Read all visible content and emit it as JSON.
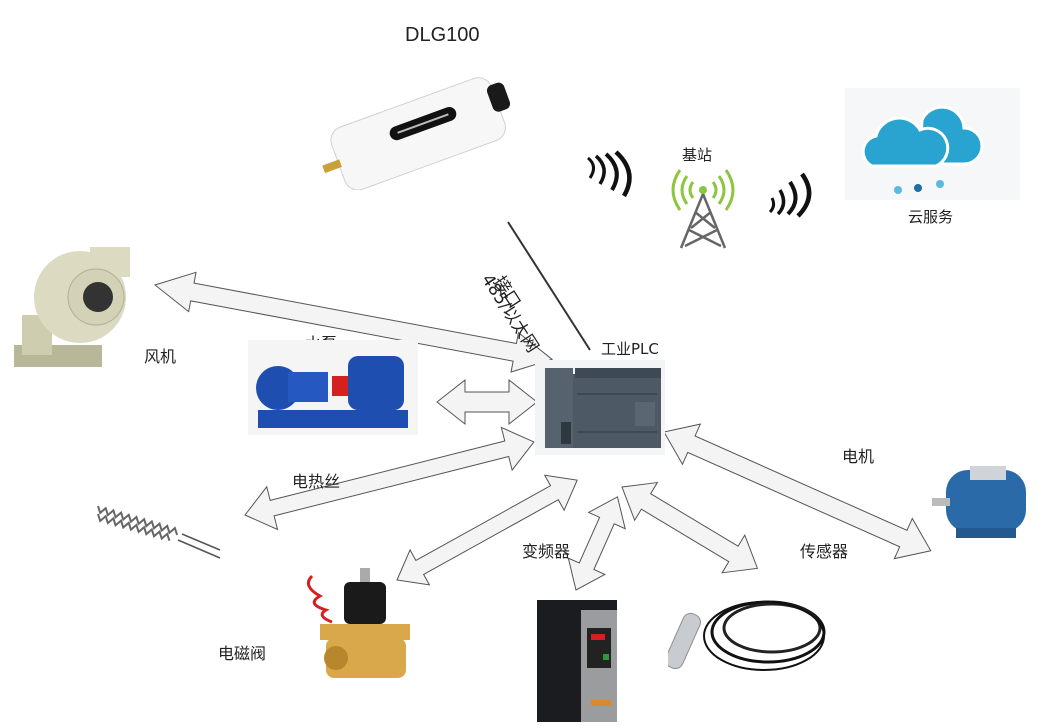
{
  "diagram": {
    "gateway": {
      "label": "DLG100"
    },
    "base_station": {
      "label": "基站"
    },
    "cloud": {
      "label": "云服务"
    },
    "interface": {
      "label": "485/以太网",
      "sub_label": "接口"
    },
    "plc": {
      "label": "工业PLC"
    },
    "devices": {
      "fan": {
        "label": "风机"
      },
      "pump": {
        "label": "水泵"
      },
      "heater_wire": {
        "label": "电热丝"
      },
      "solenoid_valve": {
        "label": "电磁阀"
      },
      "inverter": {
        "label": "变频器"
      },
      "sensor": {
        "label": "传感器"
      },
      "motor": {
        "label": "电机"
      }
    },
    "colors": {
      "cloud": "#29a3cf",
      "tower_waves": "#8cc63f",
      "tower": "#666666",
      "pump": "#1e4fb0",
      "motor": "#2a6aa8",
      "valve_brass": "#d9a84a",
      "plc": "#4d5a66"
    }
  }
}
